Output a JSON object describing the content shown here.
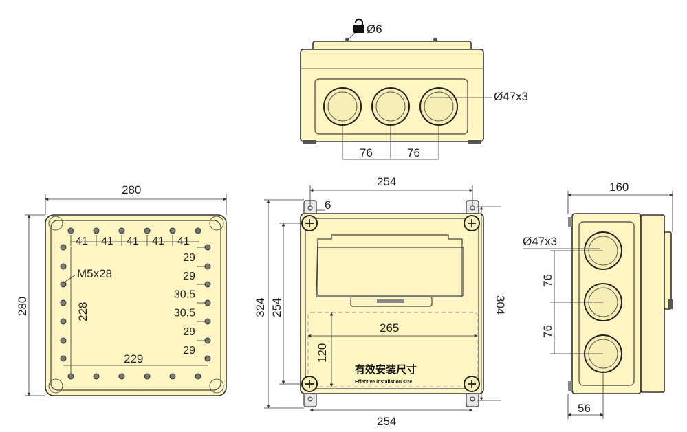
{
  "colors": {
    "body": "#fdf6c3",
    "line": "#333333"
  },
  "top_view": {
    "lock_label": "Ø6",
    "hole_label": "Ø47x3",
    "pitch_left": "76",
    "pitch_right": "76"
  },
  "back_view": {
    "width": "280",
    "height": "280",
    "screw_label": "M5x28",
    "row_pitches": [
      "41",
      "41",
      "41",
      "41",
      "41"
    ],
    "col_pitches": [
      "29",
      "29",
      "30.5",
      "30.5",
      "29",
      "29"
    ],
    "inner_height": "228",
    "inner_width": "229"
  },
  "front_view": {
    "width_top": "254",
    "bracket_offset": "6",
    "overall_height": "324",
    "mount_height": "254",
    "right_height": "304",
    "install_width": "265",
    "install_height": "120",
    "width_bottom": "254",
    "install_cn": "有效安装尺寸",
    "install_en": "Effective installation size"
  },
  "side_view": {
    "depth": "160",
    "hole_label": "Ø47x3",
    "pitch_a": "76",
    "pitch_b": "76",
    "bottom_offset": "56"
  }
}
